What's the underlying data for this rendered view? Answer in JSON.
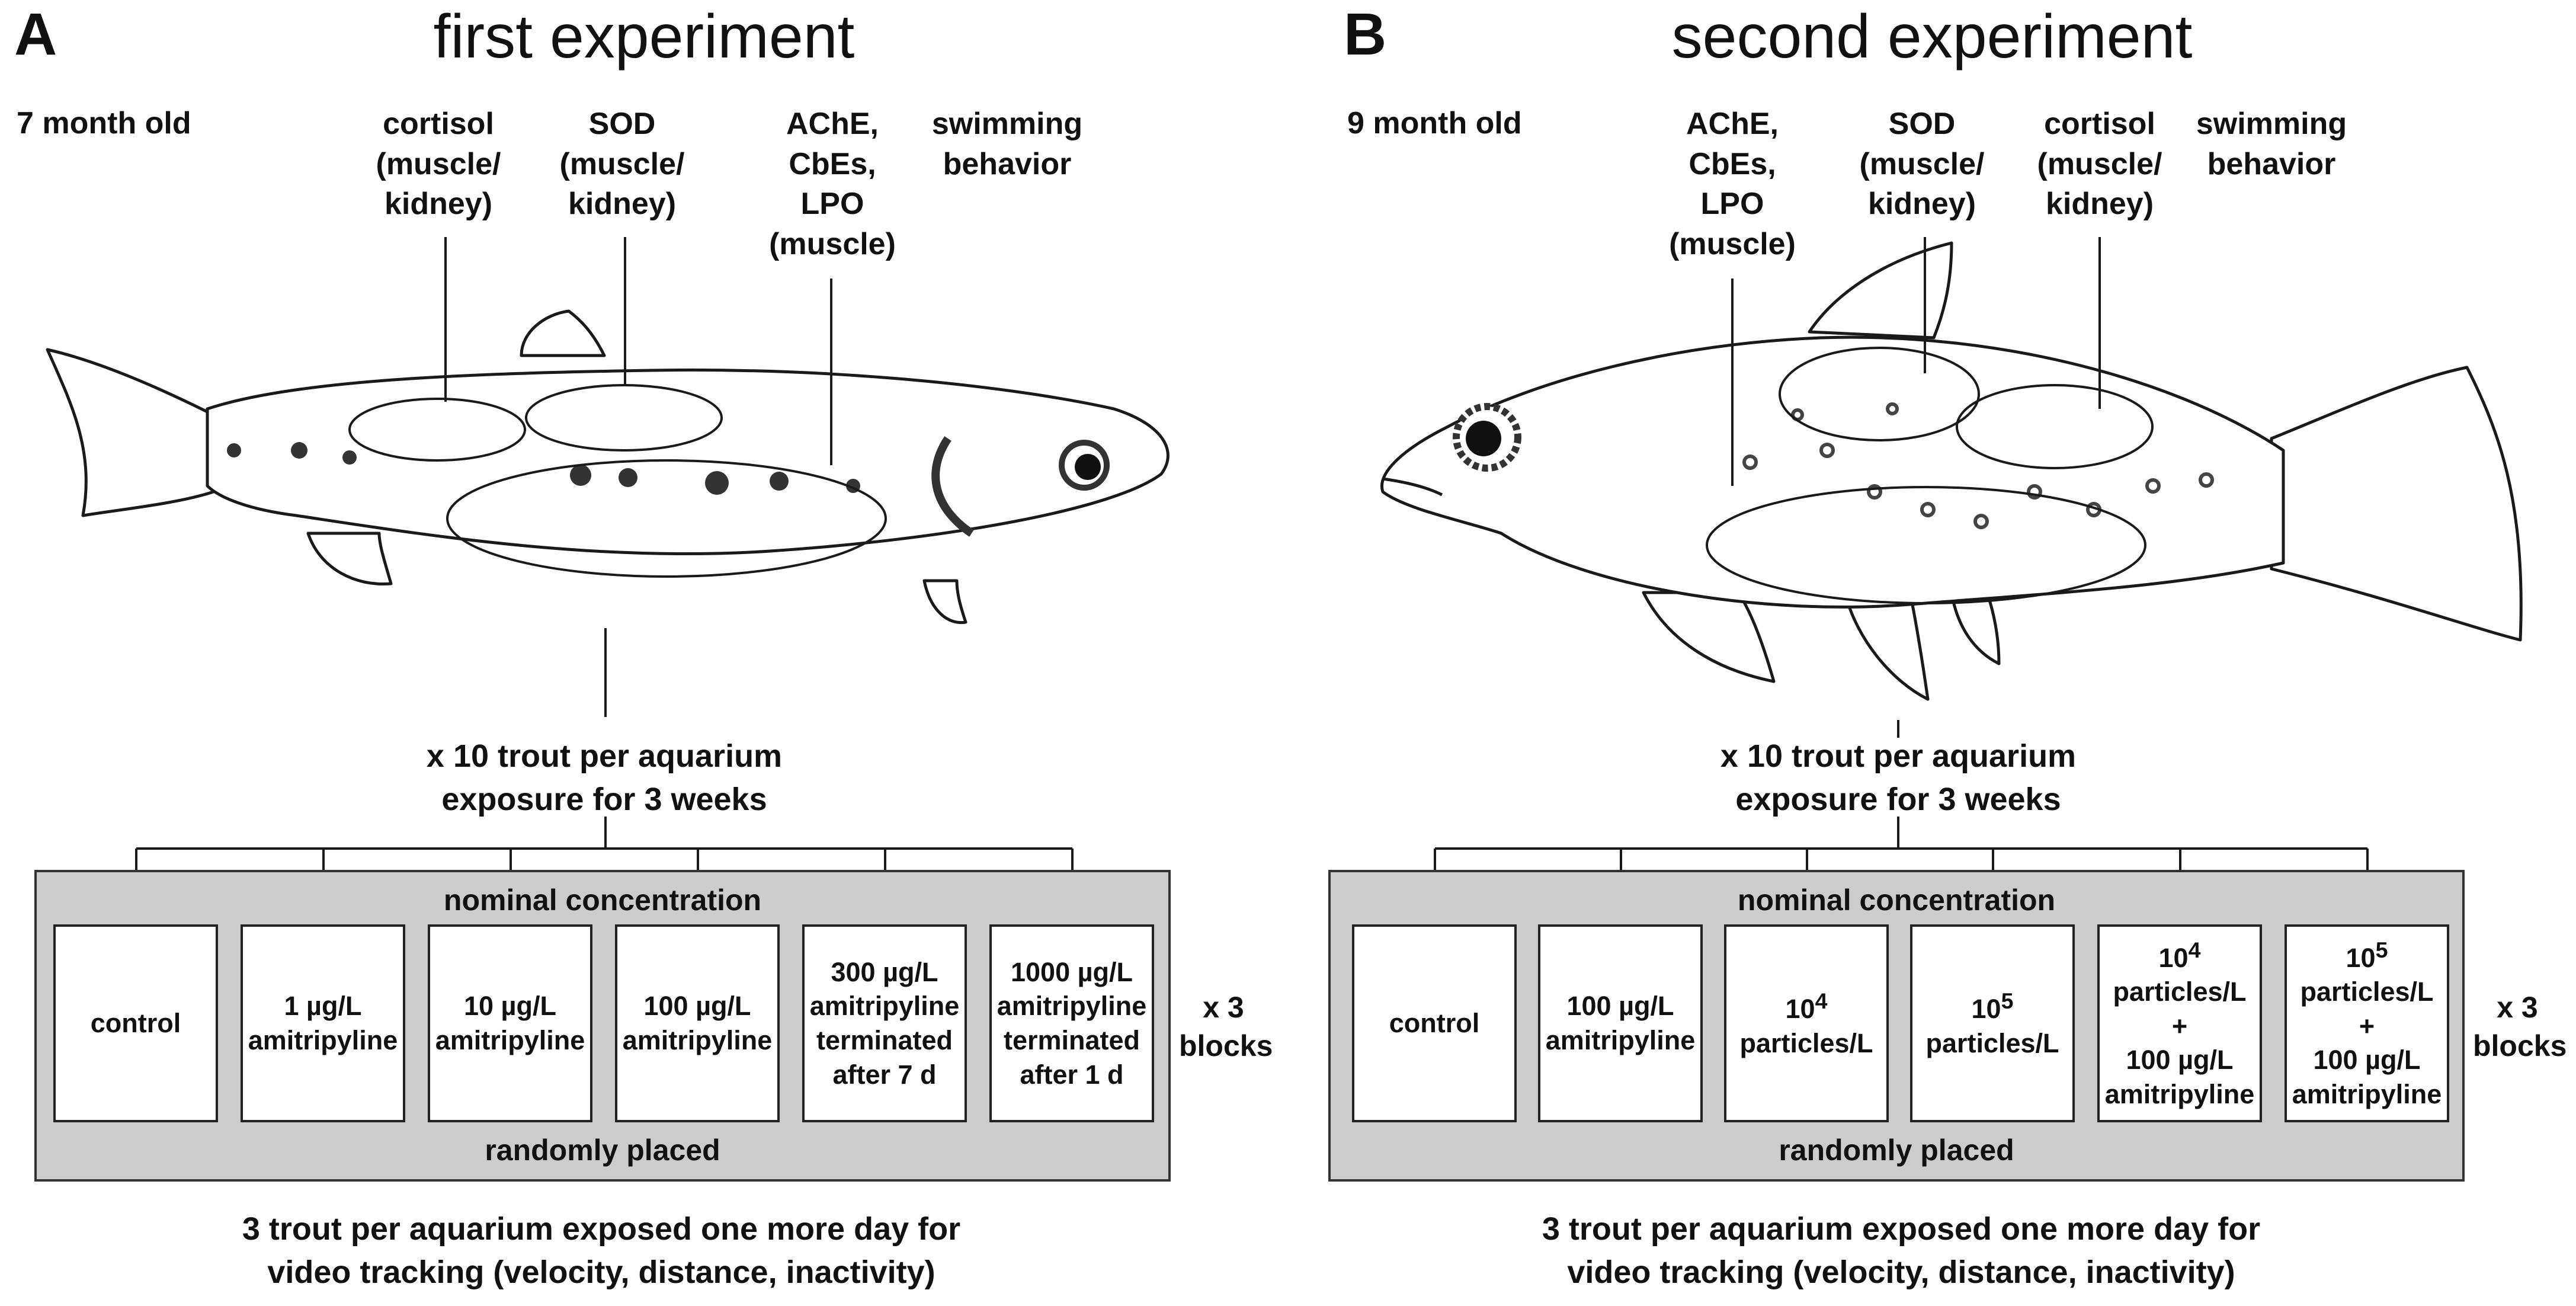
{
  "panel_a": {
    "letter": "A",
    "title": "first experiment",
    "age": "7 month old",
    "labels": {
      "cortisol": "cortisol\n(muscle/\nkidney)",
      "sod": "SOD\n(muscle/\nkidney)",
      "ache": "AChE,\nCbEs,\nLPO\n(muscle)",
      "swimming": "swimming\nbehavior"
    },
    "setup": "x 10 trout  per aquarium\nexposure for 3 weeks",
    "box_header": "nominal concentration",
    "box_footer": "randomly placed",
    "treatments": [
      "control",
      "1 µg/L\namitripyline",
      "10 µg/L\namitripyline",
      "100 µg/L\namitripyline",
      "300 µg/L\namitripyline\nterminated\nafter 7 d",
      "1000 µg/L\namitripyline\nterminated\nafter 1 d"
    ],
    "blocks": "x 3\nblocks",
    "footer": "3 trout per aquarium exposed one more day for\nvideo tracking (velocity, distance, inactivity)"
  },
  "panel_b": {
    "letter": "B",
    "title": "second experiment",
    "age": "9 month old",
    "labels": {
      "ache": "AChE,\nCbEs,\nLPO\n(muscle)",
      "sod": "SOD\n(muscle/\nkidney)",
      "cortisol": "cortisol\n(muscle/\nkidney)",
      "swimming": "swimming\nbehavior"
    },
    "setup": "x 10 trout  per aquarium\nexposure for 3 weeks",
    "box_header": "nominal concentration",
    "box_footer": "randomly placed",
    "treatments": [
      {
        "main": "control"
      },
      {
        "main": "100 µg/L\namitripyline"
      },
      {
        "base": "10",
        "exp": "4",
        "rest": "particles/L"
      },
      {
        "base": "10",
        "exp": "5",
        "rest": "particles/L"
      },
      {
        "base": "10",
        "exp": "4",
        "rest": "particles/L\n+\n100 µg/L\namitripyline"
      },
      {
        "base": "10",
        "exp": "5",
        "rest": "particles/L\n+\n100 µg/L\namitripyline"
      }
    ],
    "blocks": "x 3\nblocks",
    "footer": "3 trout per aquarium exposed one more day for\nvideo tracking (velocity, distance, inactivity)"
  },
  "colors": {
    "box_gray": "#cccccc",
    "line": "#222222",
    "fish_outline": "#1a1a1a",
    "fish_spots": "#333333"
  }
}
